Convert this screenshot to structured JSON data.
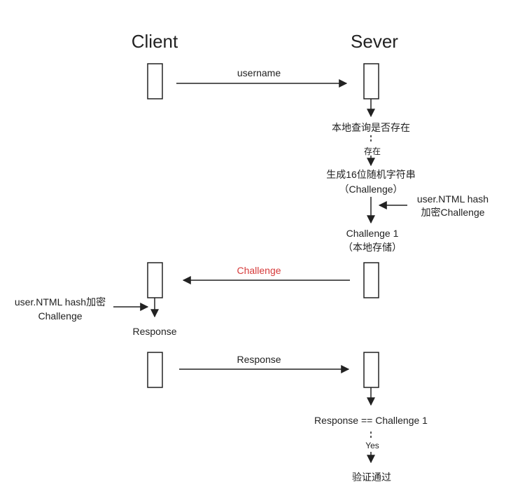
{
  "headers": {
    "client": "Client",
    "server": "Sever"
  },
  "messages": {
    "username": "username",
    "challenge": "Challenge",
    "response": "Response"
  },
  "server_steps": {
    "lookup": "本地查询是否存在",
    "exists": "存在",
    "generate_line1": "生成16位随机字符串",
    "generate_line2": "（Challenge）",
    "hash_note_line1": "user.NTML hash",
    "hash_note_line2": "加密Challenge",
    "challenge1_line1": "Challenge 1",
    "challenge1_line2": "（本地存储）",
    "compare": "Response == Challenge 1",
    "yes": "Yes",
    "passed": "验证通过"
  },
  "client_steps": {
    "hash_note_line1": "user.NTML hash加密",
    "hash_note_line2": "Challenge",
    "response": "Response"
  },
  "colors": {
    "line": "#222222",
    "challenge_label": "#d63b3b"
  }
}
